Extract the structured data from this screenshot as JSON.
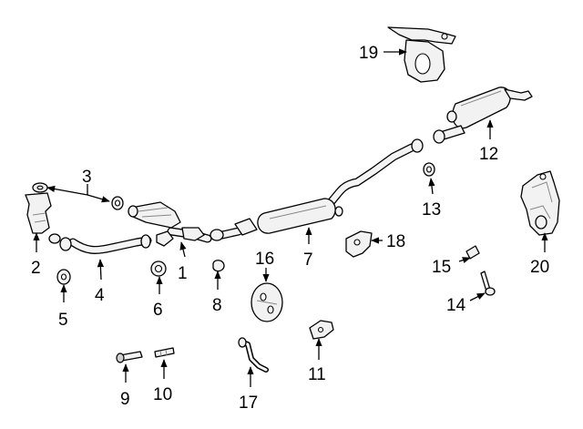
{
  "callouts": [
    {
      "number": "1"
    },
    {
      "number": "2"
    },
    {
      "number": "3"
    },
    {
      "number": "4"
    },
    {
      "number": "5"
    },
    {
      "number": "6"
    },
    {
      "number": "7"
    },
    {
      "number": "8"
    },
    {
      "number": "9"
    },
    {
      "number": "10"
    },
    {
      "number": "11"
    },
    {
      "number": "12"
    },
    {
      "number": "13"
    },
    {
      "number": "14"
    },
    {
      "number": "15"
    },
    {
      "number": "16"
    },
    {
      "number": "17"
    },
    {
      "number": "18"
    },
    {
      "number": "19"
    },
    {
      "number": "20"
    }
  ],
  "colors": {
    "line": "#000000",
    "part_fill": "#f2f2f2",
    "background": "#ffffff"
  }
}
